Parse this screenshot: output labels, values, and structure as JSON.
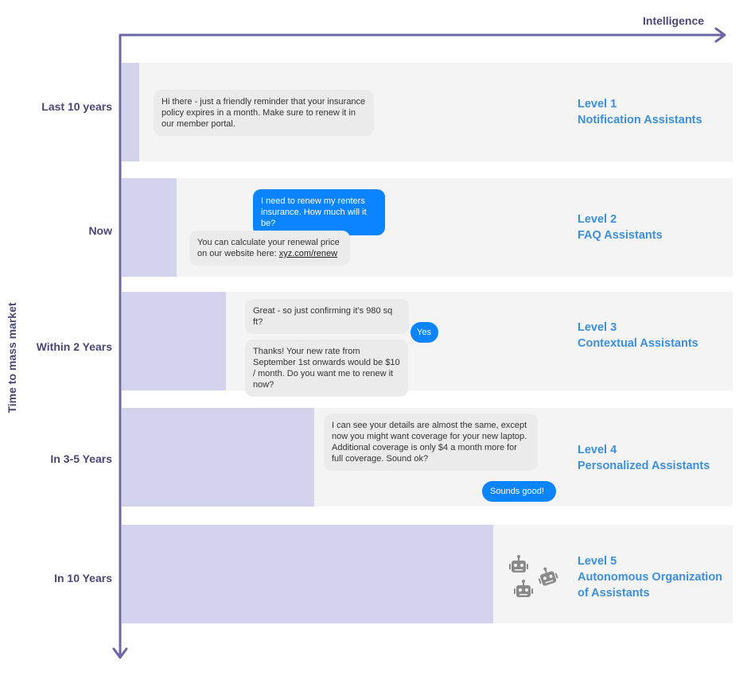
{
  "axes": {
    "x_label": "Intelligence",
    "y_label": "Time to mass market"
  },
  "colors": {
    "axis": "#6b67a8",
    "bar": "#d4d3ee",
    "panel": "#f4f4f4",
    "bubble_user": "#0a84ff",
    "bubble_bot": "#ebebeb",
    "level_text": "#3d8fd9"
  },
  "rows": [
    {
      "time": "Last 10 years",
      "level": "Level 1",
      "name": [
        "Notification Assistants"
      ],
      "messages": [
        {
          "from": "bot",
          "text": "Hi there - just a friendly reminder that your insurance policy expires in a month. Make sure to renew it in our member portal."
        }
      ]
    },
    {
      "time": "Now",
      "level": "Level 2",
      "name": [
        "FAQ Assistants"
      ],
      "messages": [
        {
          "from": "user",
          "text": "I need to renew my renters insurance. How much will it be?"
        },
        {
          "from": "bot",
          "text": "You can calculate your renewal price on our website here: ",
          "link": "xyz.com/renew"
        }
      ]
    },
    {
      "time": "Within 2 Years",
      "level": "Level 3",
      "name": [
        "Contextual Assistants"
      ],
      "messages": [
        {
          "from": "bot",
          "text": "Great - so just confirming it’s 980 sq ft?"
        },
        {
          "from": "user",
          "text": "Yes"
        },
        {
          "from": "bot",
          "text": "Thanks! Your new rate from September 1st onwards would be $10 / month. Do you want me to renew it now?"
        }
      ]
    },
    {
      "time": "In 3-5 Years",
      "level": "Level 4",
      "name": [
        "Personalized Assistants"
      ],
      "messages": [
        {
          "from": "bot",
          "text": "I can see your details are almost the same, except now you might want coverage for your new laptop. Additional coverage is only $4 a month more for full coverage. Sound ok?"
        },
        {
          "from": "user",
          "text": "Sounds good!"
        }
      ]
    },
    {
      "time": "In 10 Years",
      "level": "Level 5",
      "name": [
        "Autonomous Organization",
        "of Assistants"
      ],
      "icons": [
        "robot-icon",
        "robot-icon",
        "robot-icon"
      ]
    }
  ]
}
